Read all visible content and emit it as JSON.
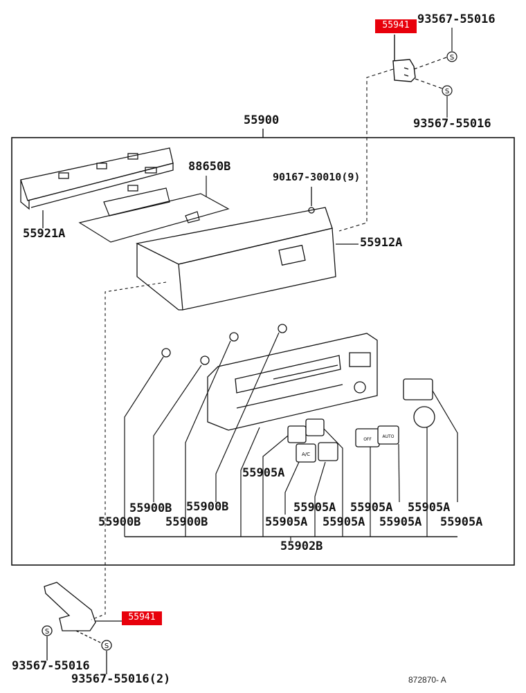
{
  "diagram": {
    "figure_code": "872870- A",
    "assembly_number": "55900",
    "highlight_color": "#e8000b",
    "highlighted_parts": [
      {
        "id": "top",
        "label": "55941"
      },
      {
        "id": "bottom",
        "label": "55941"
      }
    ],
    "callouts": {
      "top_screw_upper": "93567-55016",
      "top_screw_lower": "93567-55016",
      "bottom_screw_left": "93567-55016",
      "bottom_screw_right": "93567-55016(2)",
      "bracket": "55921A",
      "circuit_board": "88650B",
      "screw": "90167-30010(9)",
      "housing": "55912A",
      "bulb_1": "55900B",
      "bulb_2": "55900B",
      "bulb_3": "55900B",
      "bulb_4": "55900B",
      "panel": "55902B",
      "knob_upper": "55905A",
      "knob_r1": "55905A",
      "knob_r2": "55905A",
      "knob_r3": "55905A",
      "knob_r4": "55905A",
      "knob_r5": "55905A",
      "knob_r6": "55905A",
      "knob_r7": "55905A"
    },
    "button_text": {
      "ac": "A/C",
      "auto": "AUTO",
      "off": "OFF"
    },
    "screw_symbol": "S"
  }
}
